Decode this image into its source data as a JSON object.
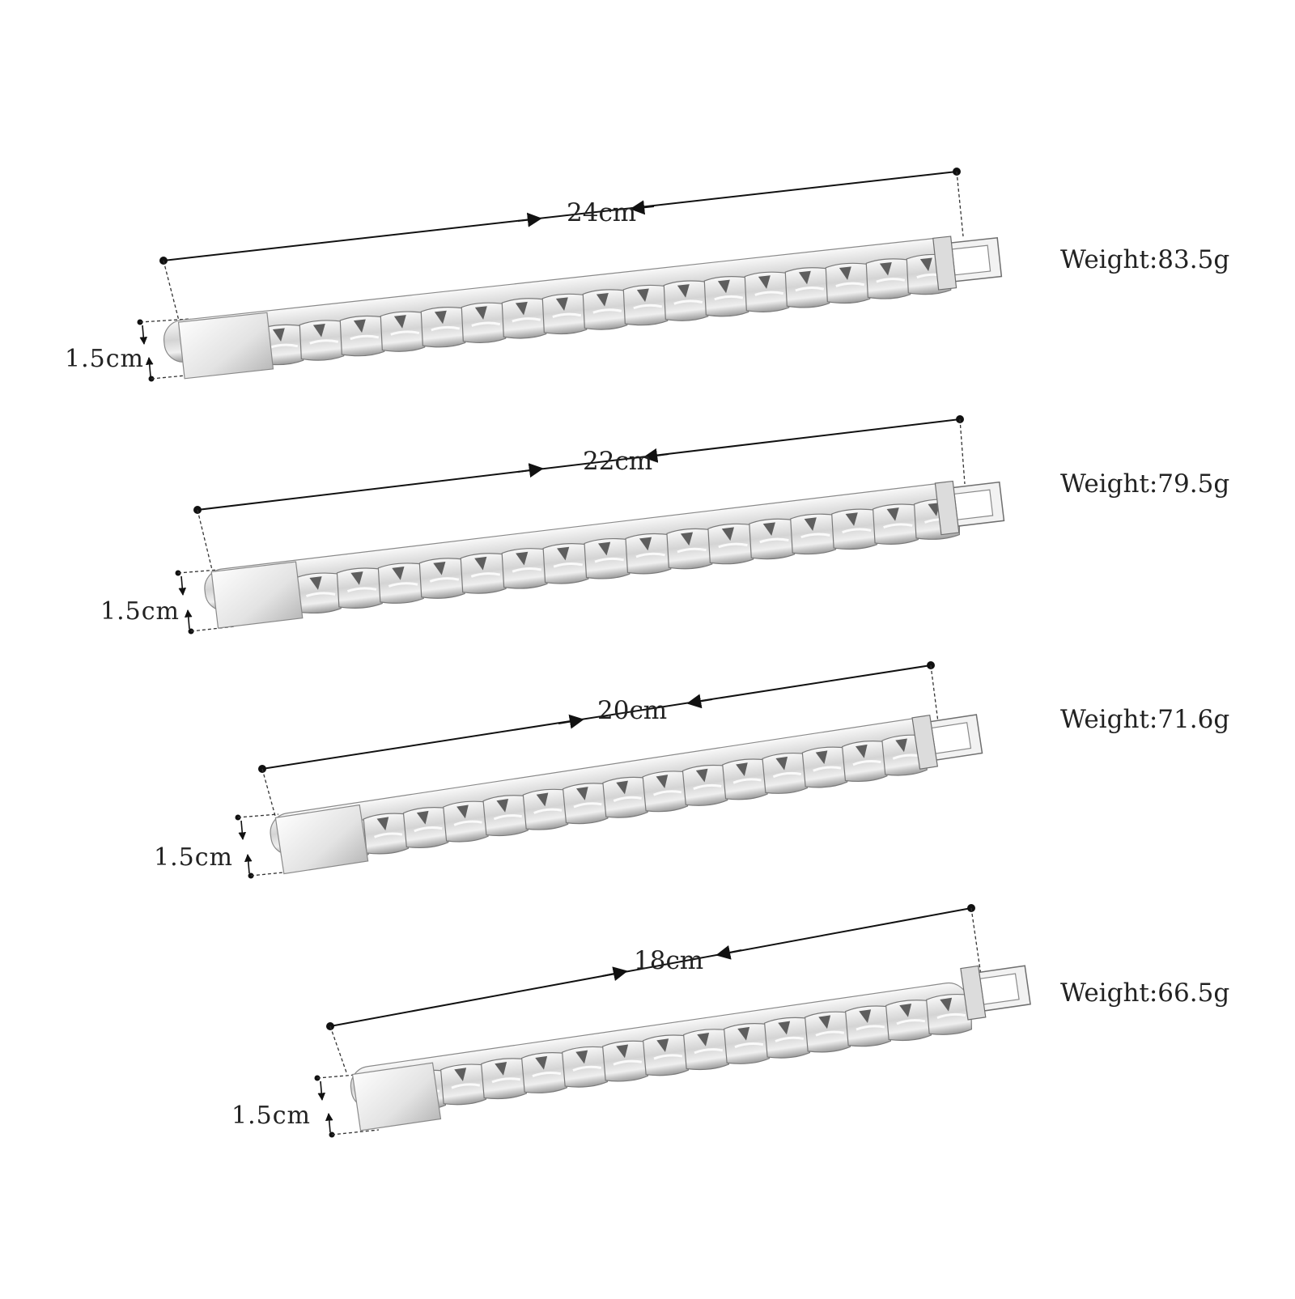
{
  "accent_colors": {
    "metal_light": "#f4f4f4",
    "metal_mid": "#c9c9c9",
    "metal_dark": "#6f6f6f",
    "line": "#111111"
  },
  "bracelets": [
    {
      "length_label": "24cm",
      "width_label": "1.5cm",
      "weight_label": "Weight:83.5g"
    },
    {
      "length_label": "22cm",
      "width_label": "1.5cm",
      "weight_label": "Weight:79.5g"
    },
    {
      "length_label": "20cm",
      "width_label": "1.5cm",
      "weight_label": "Weight:71.6g"
    },
    {
      "length_label": "18cm",
      "width_label": "1.5cm",
      "weight_label": "Weight:66.5g"
    }
  ]
}
